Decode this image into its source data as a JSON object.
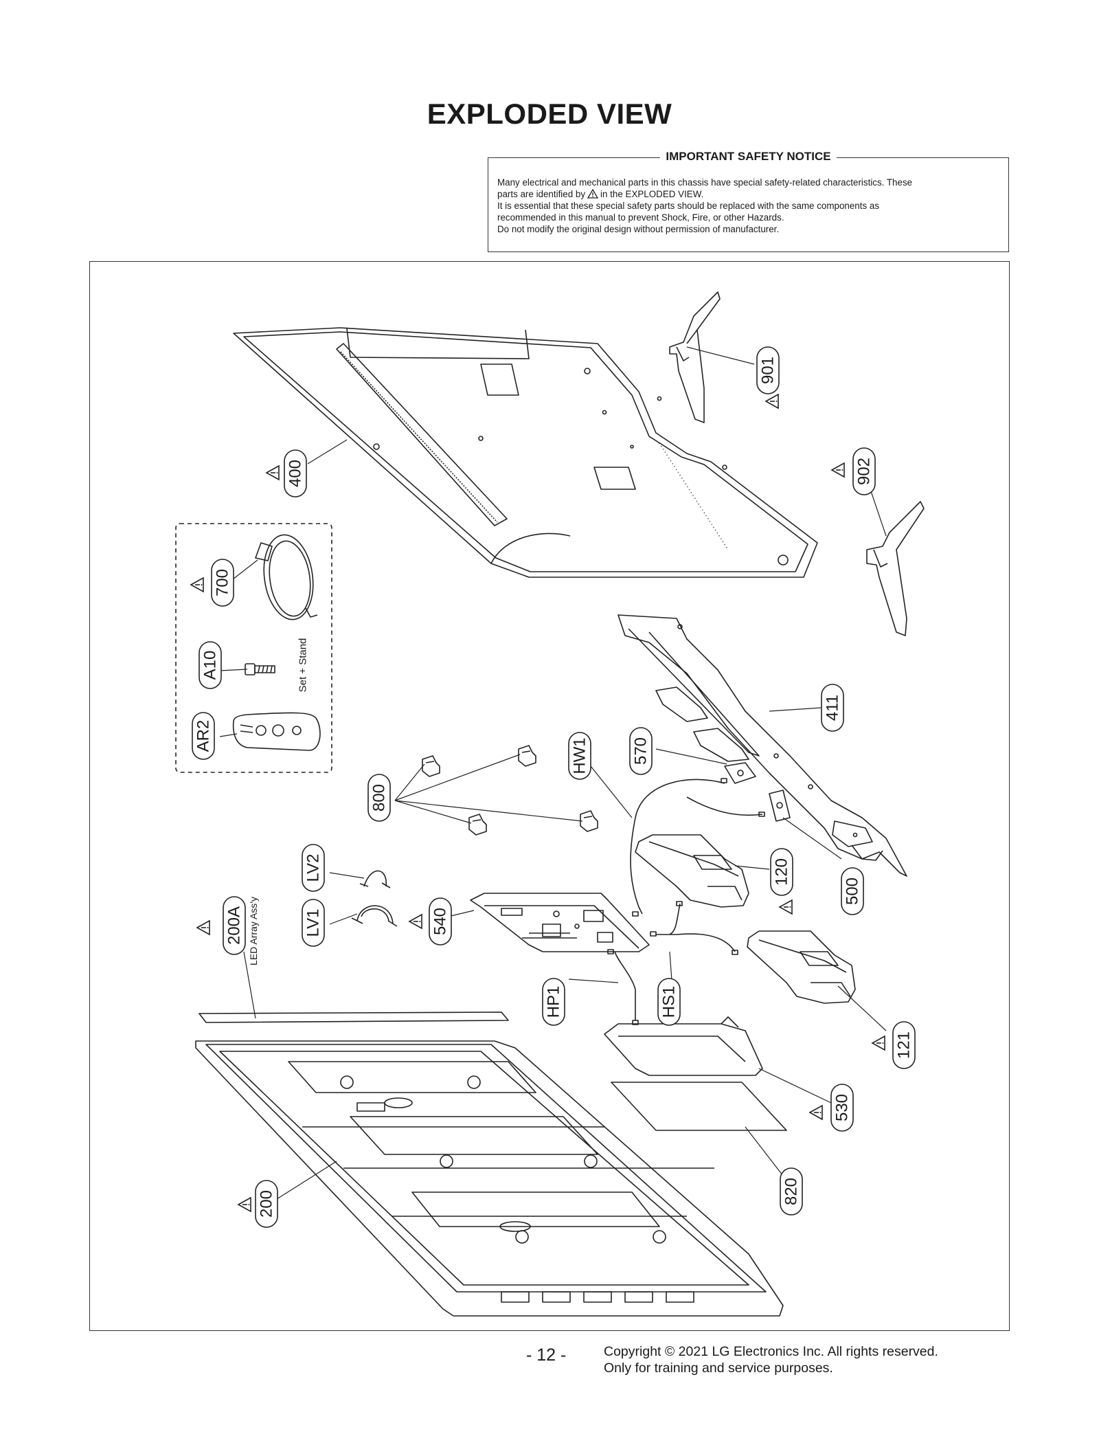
{
  "page": {
    "title": "EXPLODED VIEW",
    "page_number": "- 12 -",
    "copyright_line1": "Copyright © 2021 LG Electronics Inc. All rights reserved.",
    "copyright_line2": "Only for training and service purposes."
  },
  "notice": {
    "title": "IMPORTANT SAFETY NOTICE",
    "line1": "Many electrical and mechanical parts in this chassis have special safety-related characteristics. These",
    "line2_pre": "parts are identified by",
    "line2_post": "in the EXPLODED VIEW.",
    "line3": "It is essential that these special safety parts should be replaced with the same components as",
    "line4": "recommended in this manual to prevent Shock, Fire, or other Hazards.",
    "line5": "Do not modify the original design without permission of manufacturer."
  },
  "labels": {
    "p901": "901",
    "p902": "902",
    "p400": "400",
    "p700": "700",
    "pA10": "A10",
    "pAR2": "AR2",
    "set_stand": "Set + Stand",
    "p411": "411",
    "p570": "570",
    "pHW1": "HW1",
    "p800": "800",
    "pLV2": "LV2",
    "pLV1": "LV1",
    "p200A": "200A",
    "led_array": "LED Array Ass'y",
    "p540": "540",
    "p120": "120",
    "p500": "500",
    "pHP1": "HP1",
    "pHS1": "HS1",
    "p121": "121",
    "p530": "530",
    "p820": "820",
    "p200": "200"
  },
  "colors": {
    "line": "#222222",
    "text": "#1a1a1a"
  },
  "icons": {
    "safety": "warning-triangle-icon"
  }
}
